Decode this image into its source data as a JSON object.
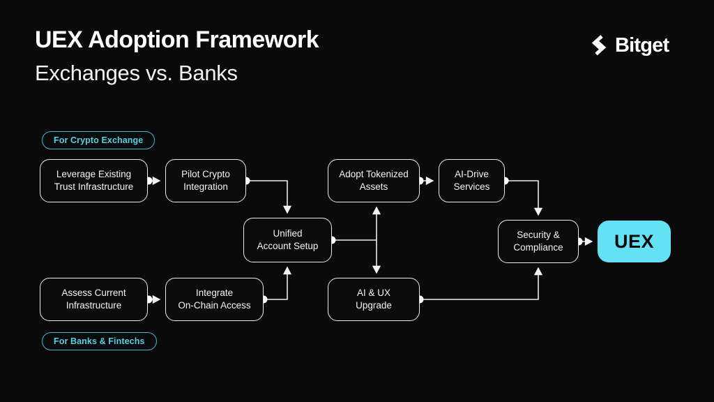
{
  "header": {
    "title": "UEX Adoption Framework",
    "subtitle": "Exchanges vs. Banks",
    "brand": "Bitget"
  },
  "badges": {
    "crypto_exchange": "For Crypto Exchange",
    "banks_fintechs": "For Banks & Fintechs"
  },
  "diagram": {
    "nodes": {
      "leverage": {
        "label": "Leverage Existing\nTrust Infrastructure"
      },
      "pilot": {
        "label": "Pilot Crypto\nIntegration"
      },
      "unified": {
        "label": "Unified\nAccount Setup"
      },
      "adopt": {
        "label": "Adopt Tokenized\nAssets"
      },
      "aidrive": {
        "label": "AI-Drive\nServices"
      },
      "security": {
        "label": "Security &\nCompliance"
      },
      "uex": {
        "label": "UEX"
      },
      "assess": {
        "label": "Assess Current\nInfrastructure"
      },
      "integrate": {
        "label": "Integrate\nOn-Chain Access"
      },
      "aiux": {
        "label": "AI & UX\nUpgrade"
      }
    },
    "edges": [
      {
        "from": "leverage",
        "to": "pilot"
      },
      {
        "from": "pilot",
        "to": "unified"
      },
      {
        "from": "assess",
        "to": "integrate"
      },
      {
        "from": "integrate",
        "to": "unified"
      },
      {
        "from": "unified",
        "to": "adopt"
      },
      {
        "from": "unified",
        "to": "aiux"
      },
      {
        "from": "adopt",
        "to": "aidrive"
      },
      {
        "from": "aidrive",
        "to": "security"
      },
      {
        "from": "aiux",
        "to": "security"
      },
      {
        "from": "security",
        "to": "uex"
      }
    ]
  },
  "colors": {
    "background": "#0a0a0b",
    "accent_cyan": "#56d1e3",
    "uex_fill": "#63e1f5",
    "line": "#f0f0f0",
    "text": "#f5f5f5"
  }
}
